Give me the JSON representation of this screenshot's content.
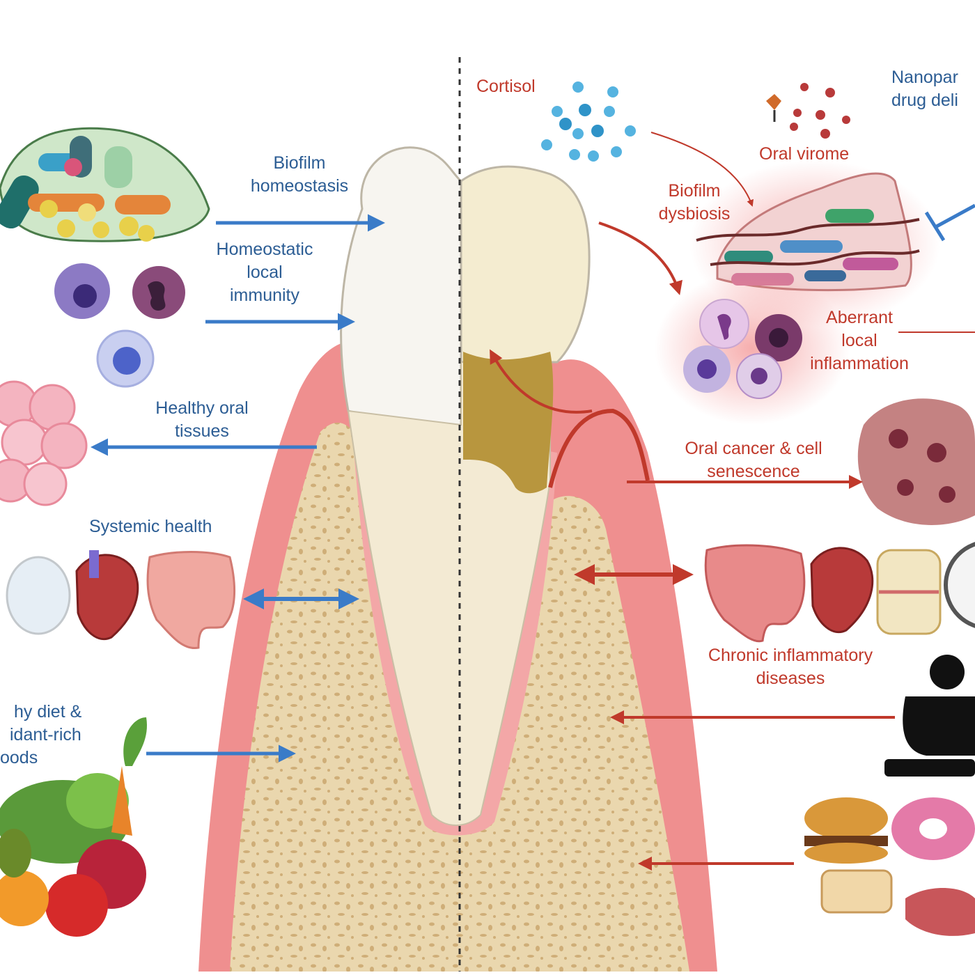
{
  "labels": {
    "biofilm_homeostasis": [
      "Biofilm",
      "homeostasis"
    ],
    "homeostatic_immunity": [
      "Homeostatic",
      "local",
      "immunity"
    ],
    "healthy_tissues": [
      "Healthy oral",
      "tissues"
    ],
    "systemic_health": "Systemic health",
    "healthy_diet": [
      "hy diet &",
      "idant-rich",
      "oods"
    ],
    "cortisol": "Cortisol",
    "nanoparticle": [
      "Nanopar",
      "drug deli"
    ],
    "oral_virome": "Oral virome",
    "biofilm_dysbiosis": [
      "Biofilm",
      "dysbiosis"
    ],
    "aberrant_inflammation": [
      "Aberrant",
      "local",
      "inflammation"
    ],
    "oral_cancer": [
      "Oral cancer & cell",
      "senescence"
    ],
    "chronic_diseases": [
      "Chronic inflammatory",
      "diseases"
    ]
  },
  "colors": {
    "healthy_blue": "#3a7bc8",
    "disease_red": "#c0392b",
    "gum_pink": "#ef8f8f",
    "bone_beige": "#e8d3a8",
    "enamel_white": "#f7f5f0",
    "calculus_brown": "#b8963e"
  },
  "icons": [
    "bacteria-biofilm-icon",
    "immune-cell-icon",
    "tissue-cells-icon",
    "organ-icon",
    "vegetables-icon",
    "virus-icon",
    "cortisol-molecule-icon",
    "stress-person-icon",
    "junk-food-icon",
    "clock-icon",
    "inhibition-icon"
  ]
}
